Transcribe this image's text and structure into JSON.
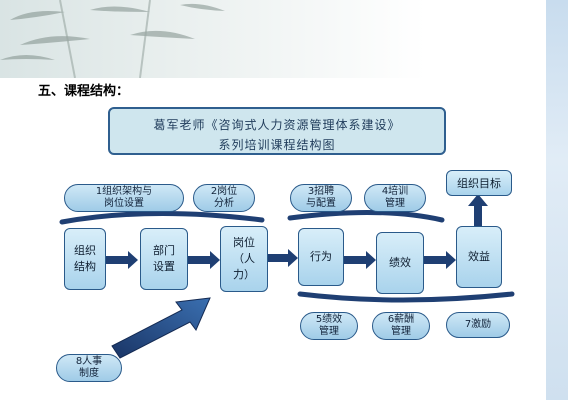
{
  "section": {
    "heading": "五、课程结构："
  },
  "title": {
    "line1": "葛军老师《咨询式人力资源管理体系建设》",
    "line2": "系列培训课程结构图"
  },
  "nodes": {
    "org": "组织\n结构",
    "dept": "部门\n设置",
    "post": "岗位\n（人\n力）",
    "behavior": "行为",
    "performance": "绩效",
    "benefit": "效益",
    "goal": "组织目标"
  },
  "modules": {
    "m1": "1组织架构与\n岗位设置",
    "m2": "2岗位\n分析",
    "m3": "3招聘\n与配置",
    "m4": "4培训\n管理",
    "m5": "5绩效\n管理",
    "m6": "6薪酬\n管理",
    "m7": "7激励",
    "m8": "8人事\n制度"
  },
  "colors": {
    "arrow": "#1f3f73",
    "node_border": "#2a5a8a",
    "node_fill": "#bfe0f2"
  }
}
